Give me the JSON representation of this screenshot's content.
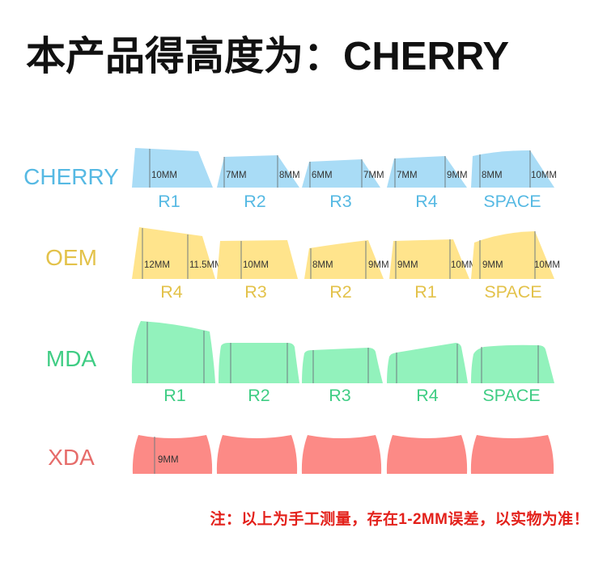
{
  "title": "本产品得高度为：CHERRY",
  "profiles": [
    {
      "name": "CHERRY",
      "text_color": "#56b9e3",
      "fill_color": "#a9dcf6",
      "keys": [
        {
          "row": "R1",
          "heights": [
            "10MM"
          ]
        },
        {
          "row": "R2",
          "heights": [
            "7MM",
            "8MM"
          ]
        },
        {
          "row": "R3",
          "heights": [
            "6MM",
            "7MM"
          ]
        },
        {
          "row": "R4",
          "heights": [
            "7MM",
            "9MM"
          ]
        },
        {
          "row": "SPACE",
          "heights": [
            "8MM",
            "10MM"
          ]
        }
      ]
    },
    {
      "name": "OEM",
      "text_color": "#e3c24a",
      "fill_color": "#ffe48c",
      "keys": [
        {
          "row": "R4",
          "heights": [
            "12MM",
            "11.5MM"
          ]
        },
        {
          "row": "R3",
          "heights": [
            "10MM"
          ]
        },
        {
          "row": "R2",
          "heights": [
            "8MM",
            "9MM"
          ]
        },
        {
          "row": "R1",
          "heights": [
            "9MM",
            "10MM"
          ]
        },
        {
          "row": "SPACE",
          "heights": [
            "9MM",
            "10MM"
          ]
        }
      ]
    },
    {
      "name": "MDA",
      "text_color": "#3fcd84",
      "fill_color": "#92f2bc",
      "keys": [
        {
          "row": "R1"
        },
        {
          "row": "R2"
        },
        {
          "row": "R3"
        },
        {
          "row": "R4"
        },
        {
          "row": "SPACE"
        }
      ]
    },
    {
      "name": "XDA",
      "text_color": "#e66c6a",
      "fill_color": "#fc8a86",
      "keys": [
        {
          "heights": [
            "9MM"
          ]
        },
        {},
        {},
        {},
        {}
      ]
    }
  ],
  "note": "注：以上为手工测量，存在1-2MM误差，以实物为准！",
  "note_color": "#e3211b"
}
